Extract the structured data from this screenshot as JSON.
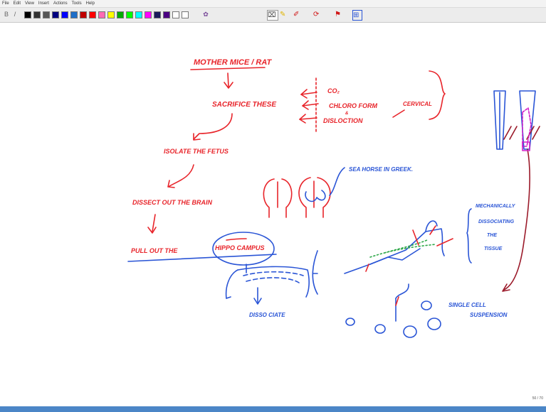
{
  "menu": [
    "File",
    "Edit",
    "View",
    "Insert",
    "Actions",
    "Tools",
    "Help"
  ],
  "toolbar": {
    "colors": [
      "#000000",
      "#333333",
      "#555555",
      "#000080",
      "#0000ff",
      "#1e6ec8",
      "#c00000",
      "#ff0000",
      "#ff69b4",
      "#ffff00",
      "#00aa00",
      "#00ff00",
      "#00ffff",
      "#ff00ff",
      "#1b1b5a",
      "#4b0082",
      "#ffffff",
      "#ffffff"
    ],
    "tool_icons": [
      "eraser-icon",
      "pen-icon",
      "highlighter-icon",
      "lasso-icon",
      "flag-icon",
      "insert-space-icon"
    ]
  },
  "notes": {
    "title": "MOTHER MICE / RAT",
    "sacrifice": "SACRIFICE THESE",
    "co2": "CO₂",
    "chloroform": "CHLORO FORM",
    "amp": "&",
    "dislocation": "DISLOCTION",
    "cervical": "CERVICAL",
    "isolate": "ISOLATE THE FETUS",
    "dissect": "DISSECT OUT THE BRAIN",
    "seahorse": "SEA HORSE IN GREEK.",
    "pull_out": "PULL OUT THE",
    "hippocampus": "HIPPO CAMPUS",
    "dissociate": "DISSO CIATE",
    "mechanically_1": "MECHANICALLY",
    "mechanically_2": "DISSOCIATING",
    "mechanically_3": "THE",
    "mechanically_4": "TISSUE",
    "single_cell_1": "SINGLE CELL",
    "single_cell_2": "SUSPENSION"
  },
  "status": {
    "page_indicator": "50 / 70"
  },
  "colors": {
    "ink_red": "#e8242a",
    "ink_blue": "#2a55d6",
    "ink_dark_red": "#9b1a2a",
    "ink_magenta": "#d21ec8",
    "ink_green": "#2fa84a",
    "status_bar": "#4b86c7"
  }
}
